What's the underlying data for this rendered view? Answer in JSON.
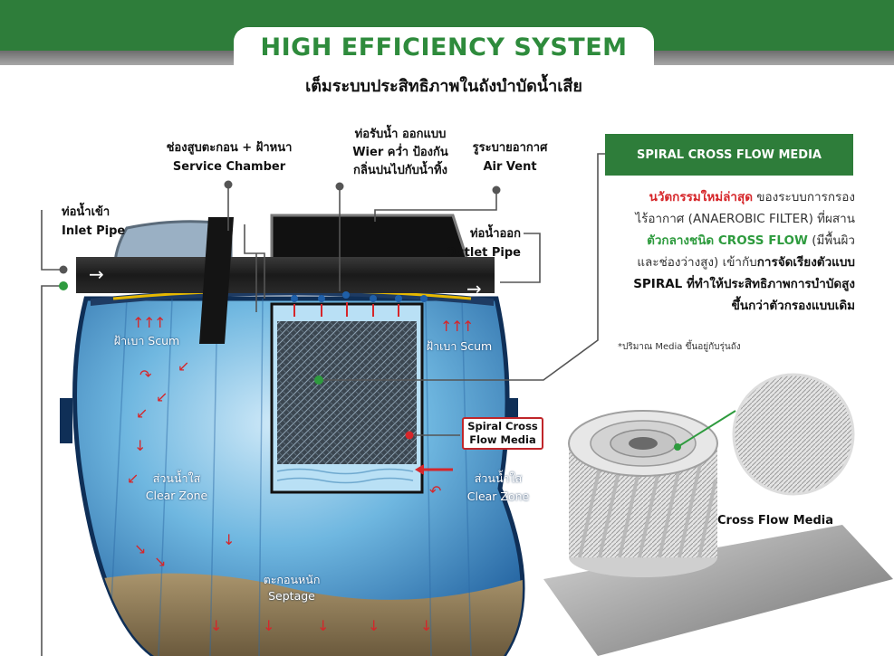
{
  "header": {
    "title": "HIGH EFFICIENCY SYSTEM",
    "subtitle": "เต็มระบบประสิทธิภาพในถังบำบัดน้ำเสีย"
  },
  "labels": {
    "service_chamber_th": "ช่องสูบตะกอน + ฝ้าหนา",
    "service_chamber_en": "Service Chamber",
    "weir_line1": "ท่อรับน้ำ ออกแบบ",
    "weir_line2": "Wier คว่ำ ป้องกัน",
    "weir_line3": "กลิ่นปนไปกับน้ำทิ้ง",
    "air_vent_th": "รูระบายอากาศ",
    "air_vent_en": "Air Vent",
    "inlet_th": "ท่อน้ำเข้า",
    "inlet_en": "Inlet Pipe",
    "outlet_th": "ท่อน้ำออก",
    "outlet_en": "Outlet Pipe",
    "scum_left": "ฝ้าเบา Scum",
    "scum_right": "ฝ้าเบา Scum",
    "clear_th_left": "ส่วนน้ำใส",
    "clear_en_left": "Clear Zone",
    "clear_th_right": "ส่วนน้ำใส",
    "clear_en_right": "Clear Zone",
    "septage_th": "ตะกอนหนัก",
    "septage_en": "Septage",
    "spiral_box_1": "Spiral Cross",
    "spiral_box_2": "Flow Media"
  },
  "callout": {
    "title": "SPIRAL CROSS FLOW MEDIA",
    "p1_red": "นวัตกรรมใหม่ล่าสุด",
    "p1_rest": " ของระบบการกรอง",
    "p2": "ไร้อากาศ (ANAEROBIC FILTER) ที่ผสาน",
    "p3_green": "ตัวกลางชนิด CROSS FLOW",
    "p3_rest": " (มีพื้นผิว",
    "p4_rest": "และช่องว่างสูง) เข้ากับ",
    "p4_bold": "การจัดเรียงตัวแบบ",
    "p5_bold": "SPIRAL ที่ทำให้ประสิทธิภาพการบำบัดสูง",
    "p6_bold": "ขึ้นกว่าตัวกรองแบบเดิม",
    "note": "*ปริมาณ Media ขึ้นอยู่กับรุ่นถัง"
  },
  "media_label": "Cross Flow Media",
  "colors": {
    "brand_green": "#2e7d3a",
    "accent_red": "#d6262a",
    "accent_blue": "#1f5fa8"
  }
}
